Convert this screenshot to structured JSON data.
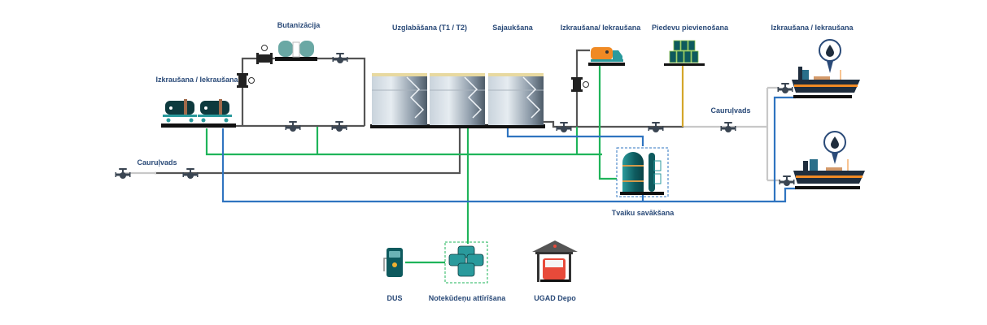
{
  "diagram": {
    "labels": {
      "butanization": "Butanizācija",
      "rail_unloading": "Izkraušana / Iekraušana",
      "storage": "Uzglabāšana (T1 / T2)",
      "blending": "Sajaukšana",
      "truck_unloading": "Izkraušana/ Iekraušana",
      "additives": "Piedevu pievienošana",
      "ship_unloading": "Izkraušana / Iekraušana",
      "pipeline_right": "Cauruļvads",
      "pipeline_left": "Cauruļvads",
      "vapor_recovery": "Tvaiku savākšana",
      "fuel_station": "DUS",
      "wastewater": "Notekūdeņu attīrīšana",
      "fire_depot": "UGAD Depo"
    },
    "colors": {
      "product_pipe": "#555555",
      "pipeline_pipe": "#c8c8c8",
      "water_pipe": "#1fb45a",
      "vapor_pipe": "#2f74c0",
      "additive_pipe": "#d4a62a",
      "tank_teal": "#0e5a5e",
      "label": "#2a4a78",
      "accent_orange": "#f08a24"
    },
    "icons": [
      "rail-tank-car-icon",
      "sphere-tank-icon",
      "storage-tank-icon",
      "fuel-truck-icon",
      "barrels-icon",
      "tanker-ship-icon",
      "oil-drop-pin-icon",
      "vapor-recovery-unit-icon",
      "fuel-pump-icon",
      "wastewater-tanks-icon",
      "fire-station-icon",
      "valve-icon",
      "pressure-gauge-icon"
    ]
  }
}
